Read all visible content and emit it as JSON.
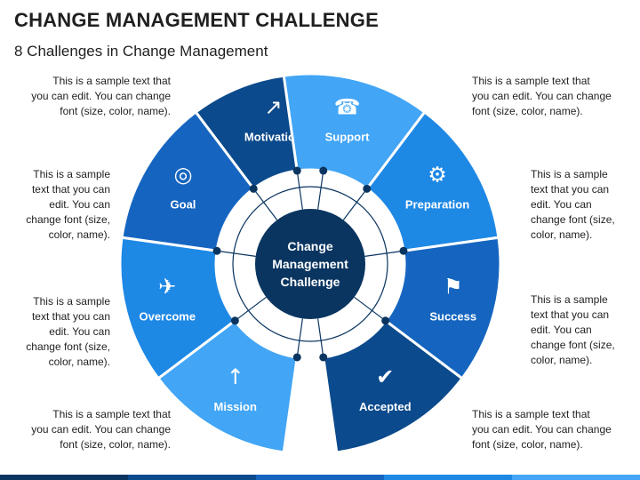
{
  "title": "CHANGE MANAGEMENT CHALLENGE",
  "subtitle": "8 Challenges in Change Management",
  "center": {
    "lines": [
      "Change",
      "Management",
      "Challenge"
    ]
  },
  "segments": [
    {
      "id": "motivation",
      "label": "Motivation",
      "icon": "stairs-climb-icon",
      "color": "#0b4a8c"
    },
    {
      "id": "goal",
      "label": "Goal",
      "icon": "target-icon",
      "color": "#1565c0"
    },
    {
      "id": "overcome",
      "label": "Overcome",
      "icon": "hurdle-jump-icon",
      "color": "#1e88e5"
    },
    {
      "id": "mission",
      "label": "Mission",
      "icon": "rocket-icon",
      "color": "#42a5f5"
    },
    {
      "id": "support",
      "label": "Support",
      "icon": "headset-support-icon",
      "color": "#42a5f5"
    },
    {
      "id": "preparation",
      "label": "Preparation",
      "icon": "planning-icon",
      "color": "#1e88e5"
    },
    {
      "id": "success",
      "label": "Success",
      "icon": "summit-flag-icon",
      "color": "#1565c0"
    },
    {
      "id": "accepted",
      "label": "Accepted",
      "icon": "user-check-icon",
      "color": "#0b4a8c"
    }
  ],
  "descriptions": {
    "motivation": "This is a sample text that\nyou can edit. You can change\nfont (size, color, name).",
    "goal": "This is a sample\ntext that you can\nedit. You can\nchange font (size,\ncolor, name).",
    "overcome": "This is a sample\ntext that you can\nedit. You can\nchange font (size,\ncolor, name).",
    "mission": "This is a sample text that\nyou can edit. You can change\nfont (size, color, name).",
    "support": "This is a sample text that\nyou can edit. You can change\nfont (size, color, name).",
    "preparation": "This is a sample\ntext that you can\nedit. You can\nchange font (size,\ncolor, name).",
    "success": "This is a sample\ntext that you can\nedit. You can\nchange font (size,\ncolor, name).",
    "accepted": "This is a sample text that\nyou can edit. You can change\nfont (size, color, name)."
  },
  "colors": {
    "center": "#0a3560",
    "ring": "#0a3560",
    "bottom_bar": [
      "#0a3560",
      "#0b4a8c",
      "#1565c0",
      "#1e88e5",
      "#42a5f5"
    ]
  }
}
